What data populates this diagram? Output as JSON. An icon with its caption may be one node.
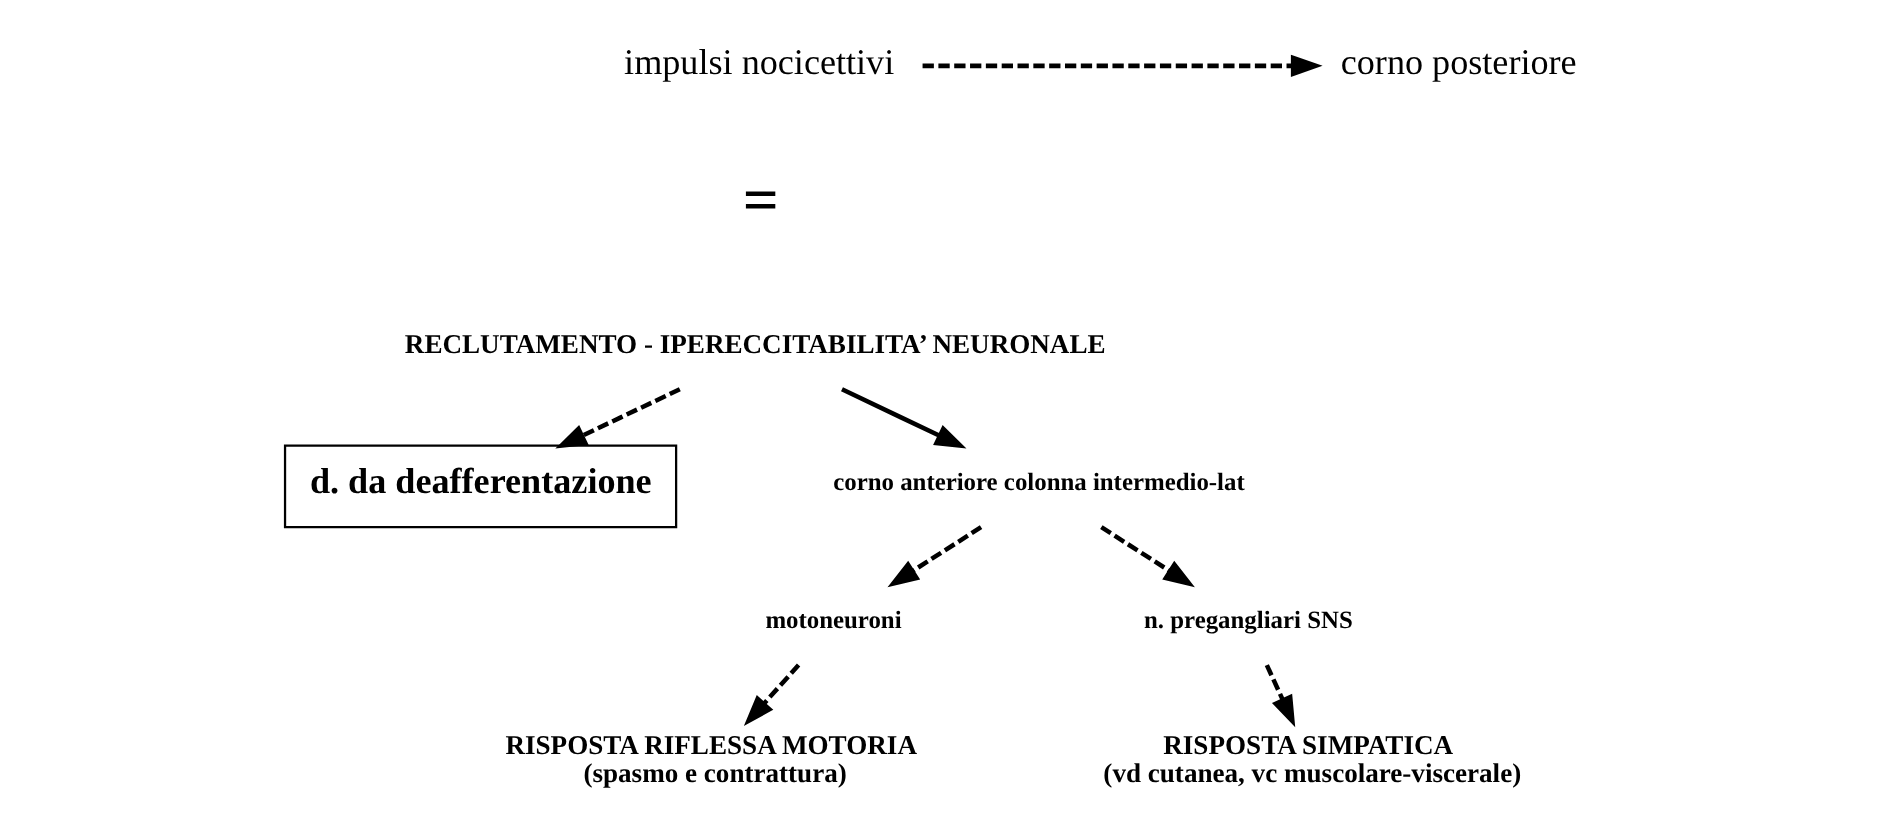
{
  "diagram": {
    "nodes": [
      {
        "text": [
          "impulsi nocicettivi"
        ]
      },
      {
        "text": [
          "corno posteriore"
        ]
      },
      {
        "text": [
          "RECLUTAMENTO - IPERECCITABILITA’ NEURONALE"
        ]
      },
      {
        "text": [
          "d. da deafferentazione"
        ]
      },
      {
        "text": [
          "corno anteriore colonna intermedio-lat"
        ]
      },
      {
        "text": [
          "motoneuroni"
        ]
      },
      {
        "text": [
          "n. pregangliari SNS"
        ]
      },
      {
        "text": [
          "RISPOSTA RIFLESSA MOTORIA",
          "(spasmo e contrattura)"
        ]
      },
      {
        "text": [
          "RISPOSTA SIMPATICA",
          "(vd cutanea, vc muscolare-viscerale)"
        ]
      }
    ],
    "edges": [
      {
        "from": 0,
        "to": 1,
        "arrow": "to",
        "style": "dashed"
      },
      {
        "from": 2,
        "to": 3,
        "arrow": "to",
        "style": "dashed"
      },
      {
        "from": 2,
        "to": 4,
        "arrow": "to"
      },
      {
        "from": 4,
        "to": 5,
        "arrow": "to",
        "style": "dashed"
      },
      {
        "from": 4,
        "to": 6,
        "arrow": "to",
        "style": "dashed"
      },
      {
        "from": 5,
        "to": 7,
        "arrow": "to",
        "style": "dashed"
      },
      {
        "from": 6,
        "to": 8,
        "arrow": "to",
        "style": "dashed"
      }
    ],
    "labels": [
      "="
    ]
  }
}
